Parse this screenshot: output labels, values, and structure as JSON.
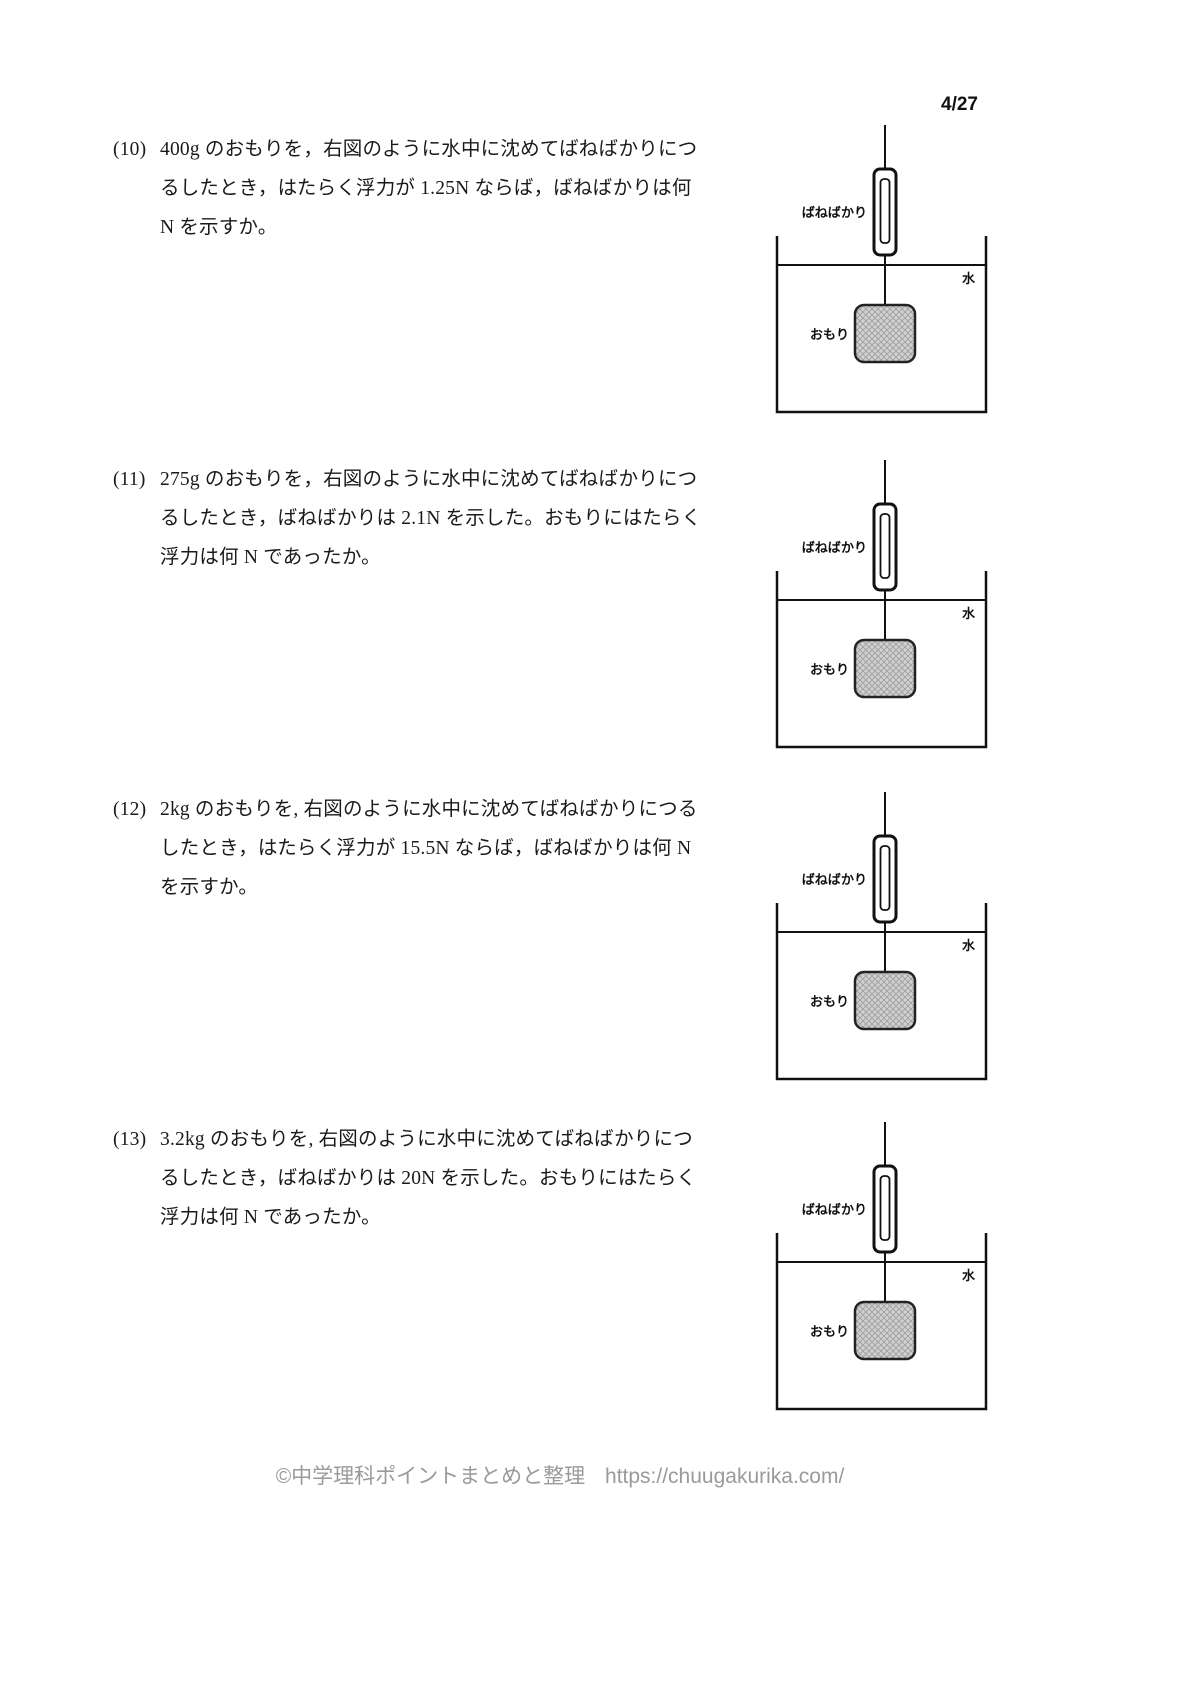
{
  "page": {
    "number": "4/27"
  },
  "diagram_labels": {
    "scale": "ばねばかり",
    "water": "水",
    "weight": "おもり"
  },
  "problems": [
    {
      "number": "(10)",
      "lines": [
        "400g のおもりを，右図のように水中に沈めてばねばかりにつ",
        "るしたとき，はたらく浮力が 1.25N ならば，ばねばかりは何",
        "N を示すか。"
      ]
    },
    {
      "number": "(11)",
      "lines": [
        "275g のおもりを，右図のように水中に沈めてばねばかりにつ",
        "るしたとき，ばねばかりは 2.1N を示した。おもりにはたらく",
        "浮力は何 N であったか。"
      ]
    },
    {
      "number": "(12)",
      "lines": [
        "2kg のおもりを, 右図のように水中に沈めてばねばかりにつる",
        "したとき，はたらく浮力が 15.5N ならば，ばねばかりは何 N",
        "を示すか。"
      ]
    },
    {
      "number": "(13)",
      "lines": [
        "3.2kg のおもりを, 右図のように水中に沈めてばねばかりにつ",
        "るしたとき，ばねばかりは 20N を示した。おもりにはたらく",
        "浮力は何 N であったか。"
      ]
    }
  ],
  "footer": {
    "copyright": "©中学理科ポイントまとめと整理",
    "url": "https://chuugakurika.com/"
  }
}
